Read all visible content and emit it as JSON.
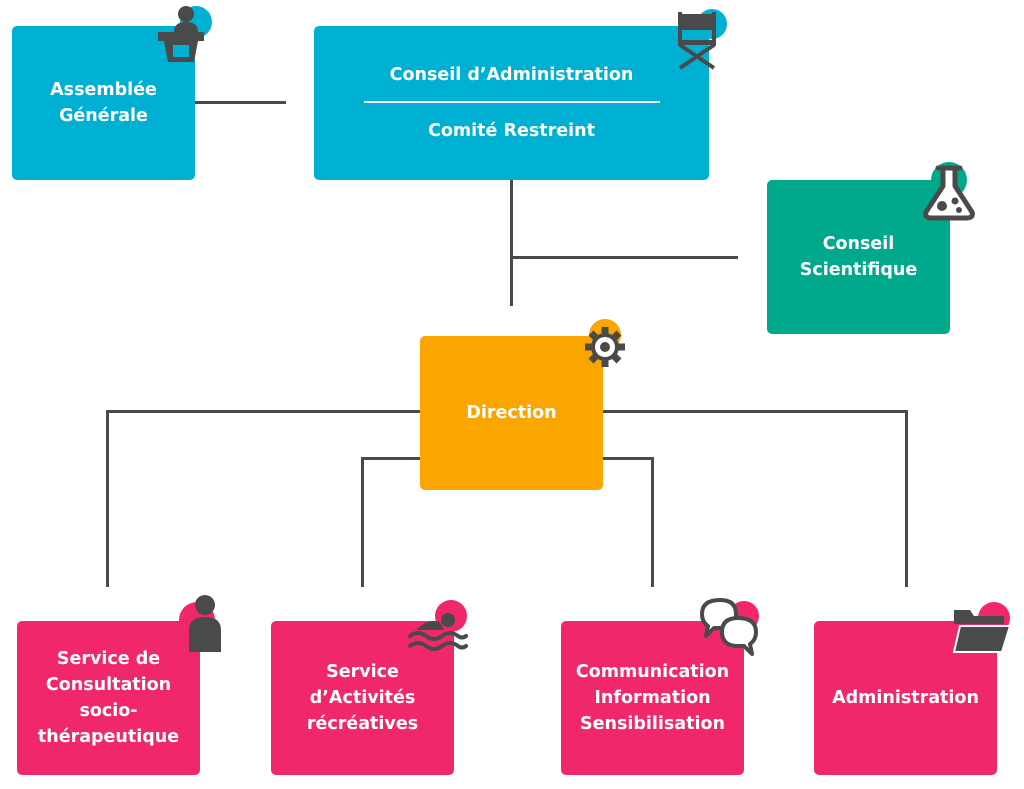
{
  "colors": {
    "blue": "#00b0d3",
    "green": "#00a98b",
    "orange": "#fba500",
    "pink": "#f0286b",
    "connector": "#4a4a4a",
    "icon": "#4a4a4a"
  },
  "nodes": {
    "assemblee": {
      "lines": [
        "Assemblée",
        "Générale"
      ],
      "icon": "podium-speaker-icon"
    },
    "conseil": {
      "title": "Conseil d’Administration",
      "subtitle": "Comité Restreint",
      "icon": "directors-chair-icon"
    },
    "scientifique": {
      "lines": [
        "Conseil",
        "Scientifique"
      ],
      "icon": "flask-icon"
    },
    "direction": {
      "title": "Direction",
      "icon": "gear-icon"
    },
    "consultation": {
      "lines": [
        "Service de",
        "Consultation",
        "socio-",
        "thérapeutique"
      ],
      "icon": "person-icon"
    },
    "activites": {
      "lines": [
        "Service",
        "d’Activités",
        "récréatives"
      ],
      "icon": "swimmer-icon"
    },
    "communication": {
      "lines": [
        "Communication",
        "Information",
        "Sensibilisation"
      ],
      "icon": "chat-bubbles-icon"
    },
    "administration": {
      "title": "Administration",
      "icon": "folder-icon"
    }
  }
}
